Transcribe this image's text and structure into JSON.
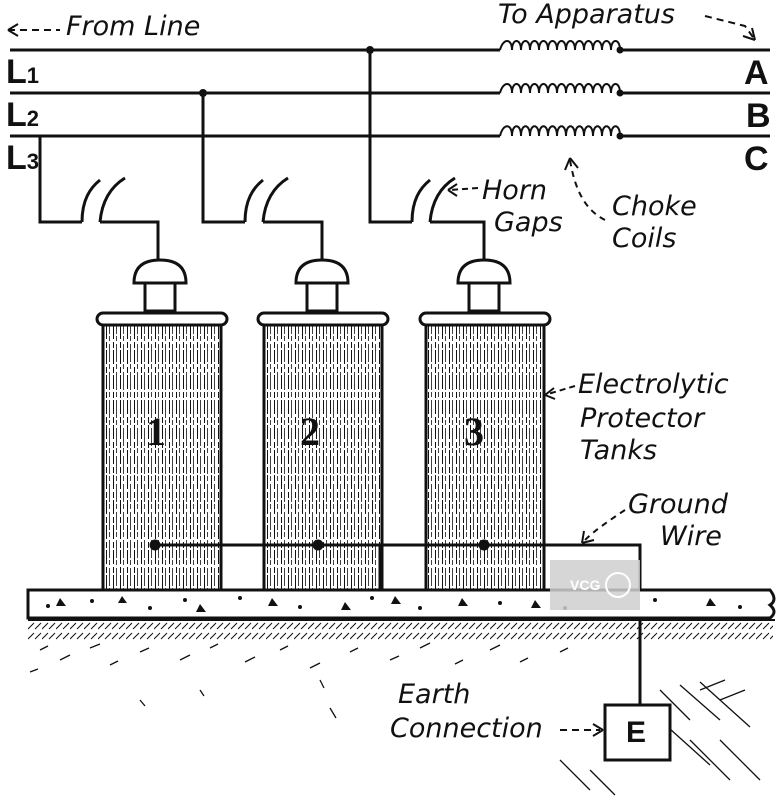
{
  "labels": {
    "from_line": "From Line",
    "to_apparatus": "To Apparatus",
    "horn_gaps_1": "Horn",
    "horn_gaps_2": "Gaps",
    "choke_coils_1": "Choke",
    "choke_coils_2": "Coils",
    "protector_1": "Electrolytic",
    "protector_2": "Protector",
    "protector_3": "Tanks",
    "ground_wire_1": "Ground",
    "ground_wire_2": "Wire",
    "earth_1": "Earth",
    "earth_2": "Connection"
  },
  "line_inputs": [
    {
      "letter": "L",
      "sub": "1"
    },
    {
      "letter": "L",
      "sub": "2"
    },
    {
      "letter": "L",
      "sub": "3"
    }
  ],
  "line_outputs": [
    "A",
    "B",
    "C"
  ],
  "tanks": [
    "1",
    "2",
    "3"
  ],
  "earth_box": "E",
  "watermark": "VCG",
  "colors": {
    "ink": "#111111",
    "background": "#ffffff",
    "earth": "#dcdcdc"
  }
}
